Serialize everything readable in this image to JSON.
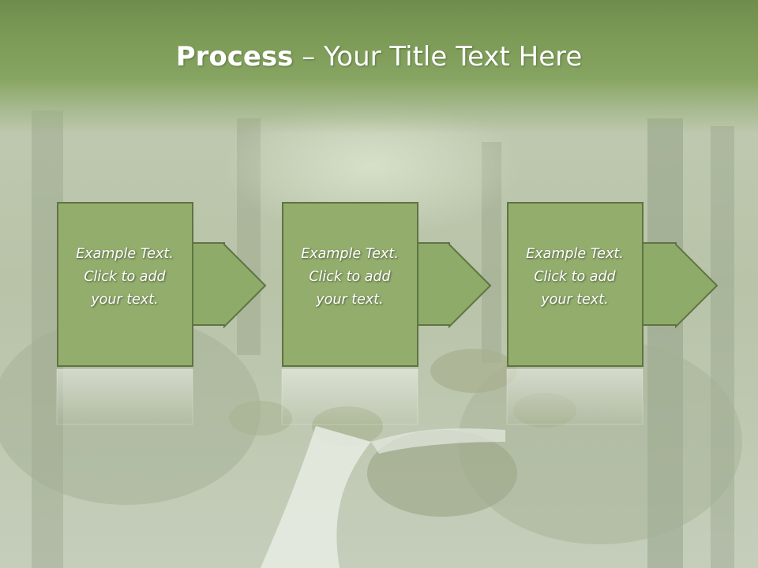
{
  "slide": {
    "title_bold": "Process",
    "title_rest": " – Your Title Text Here"
  },
  "steps": [
    {
      "line1": "Example Text.",
      "line2": "Click  to add",
      "line3": "your text."
    },
    {
      "line1": "Example Text.",
      "line2": "Click  to add",
      "line3": "your text."
    },
    {
      "line1": "Example Text.",
      "line2": "Click  to add",
      "line3": "your text."
    }
  ],
  "colors": {
    "banner": "#7b9a55",
    "box_fill": "#93ad6d",
    "box_border": "#5f7442",
    "arrow_fill": "#8fab6a",
    "text": "#ffffff"
  }
}
